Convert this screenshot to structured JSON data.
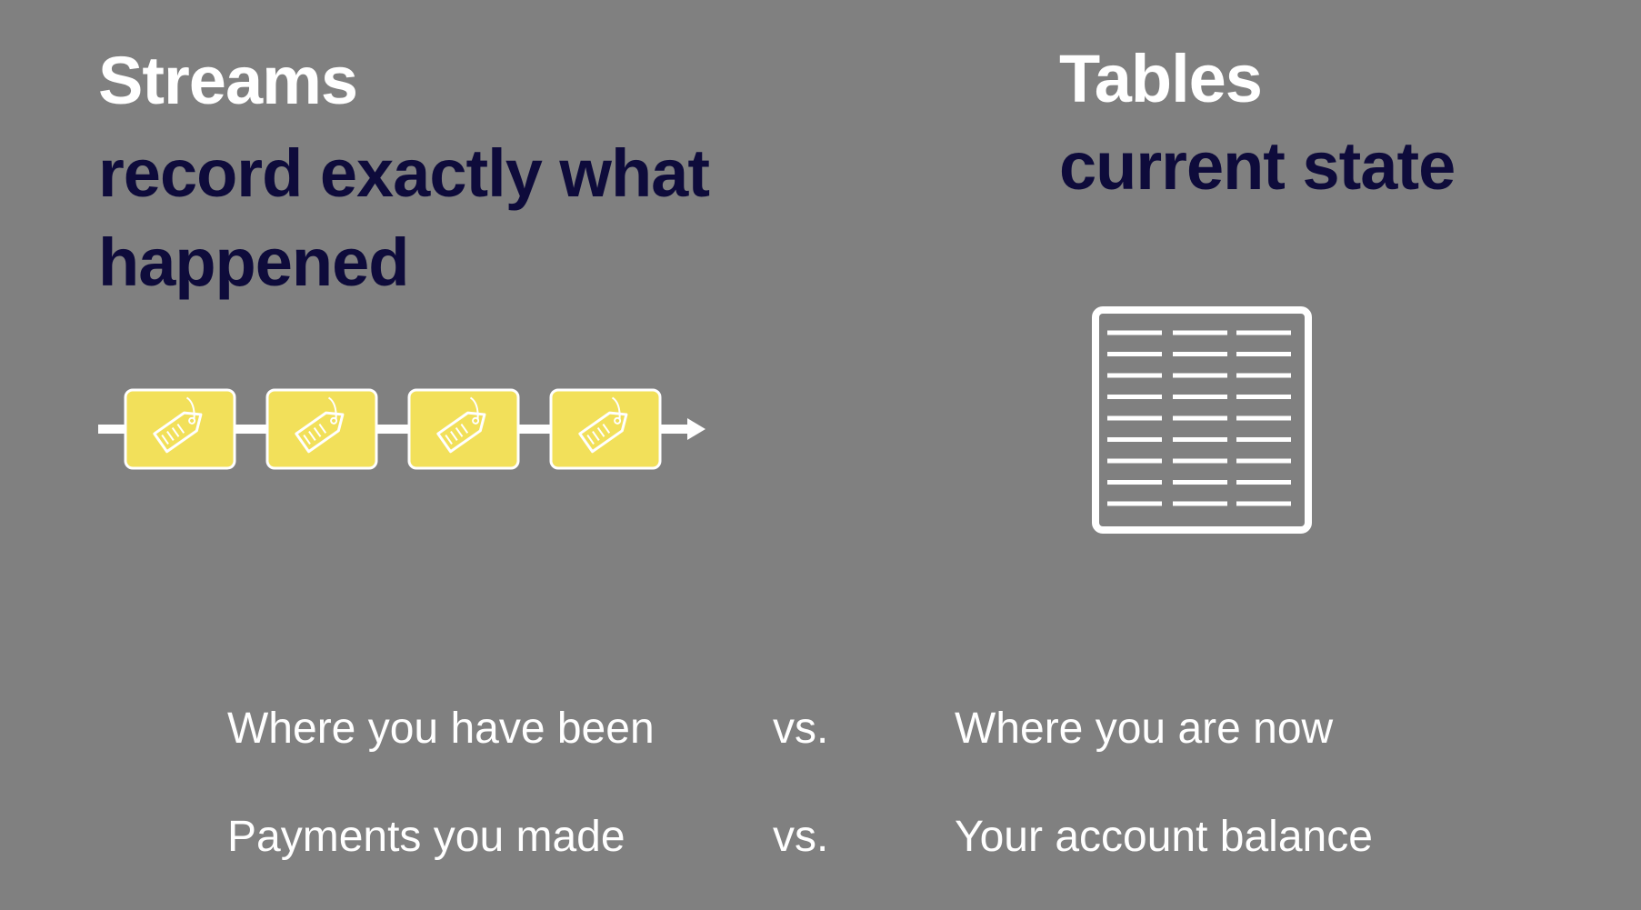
{
  "streams": {
    "title": "Streams",
    "subtitle": "record exactly what happened",
    "event_count": 4,
    "event_icon": "tag-icon",
    "event_color": "#f2e05a"
  },
  "tables": {
    "title": "Tables",
    "subtitle": "current state",
    "icon": "table-icon",
    "columns": 3,
    "rows": 9
  },
  "comparisons": [
    {
      "left": "Where you have been",
      "vs": "vs.",
      "right": "Where you are now"
    },
    {
      "left": "Payments you made",
      "vs": "vs.",
      "right": "Your account balance"
    }
  ],
  "colors": {
    "background": "#808080",
    "title": "#ffffff",
    "subtitle": "#0e0b3b"
  }
}
